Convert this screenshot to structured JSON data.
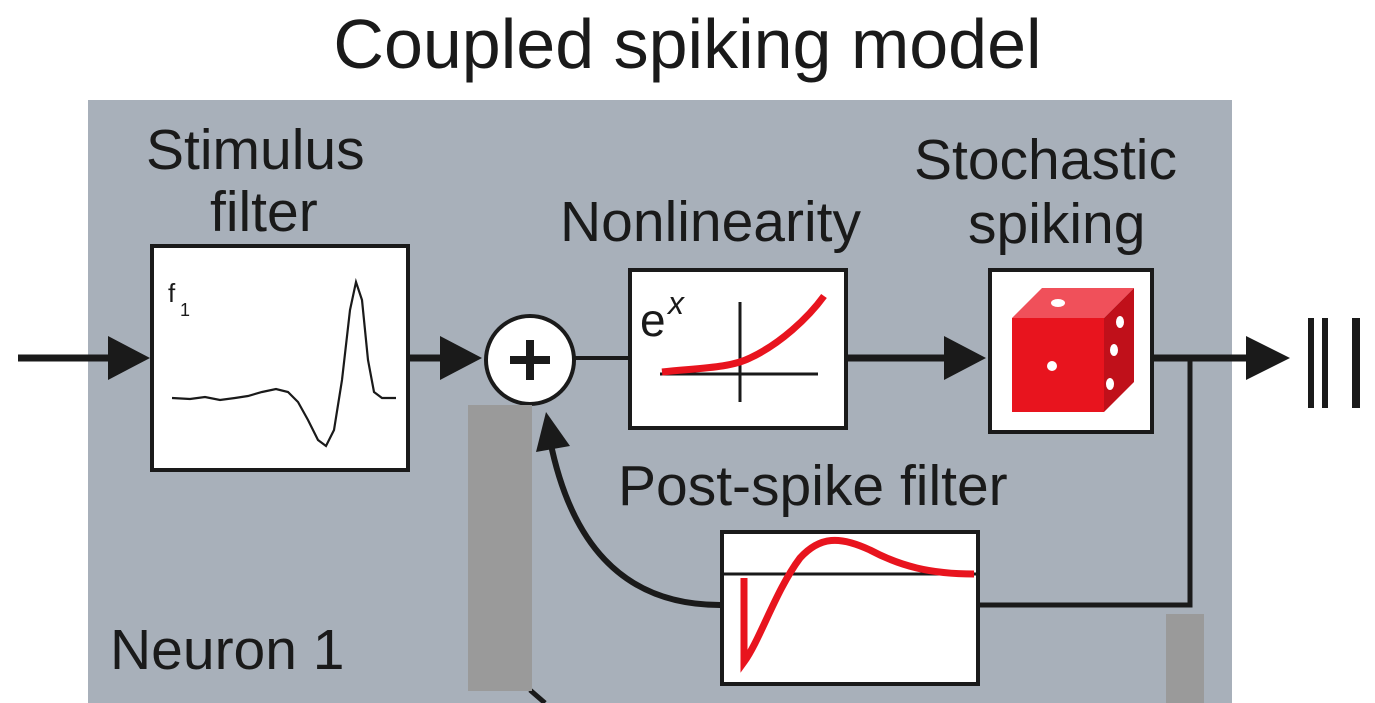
{
  "title": "Coupled spiking model",
  "labels": {
    "stimulus_filter": [
      "Stimulus",
      "filter"
    ],
    "nonlinearity": "Nonlinearity",
    "stochastic_spiking": [
      "Stochastic",
      "spiking"
    ],
    "post_spike_filter": "Post-spike filter",
    "neuron": "Neuron 1"
  },
  "box_text": {
    "filter_label": "f",
    "filter_sub": "1",
    "exp_base": "e",
    "exp_power": "x",
    "sum_symbol": "+"
  },
  "colors": {
    "panel": "#a8b0ba",
    "accent_red": "#e8141e",
    "line": "#1a1a1a",
    "redaction": "#9a9a9a"
  },
  "icons": [
    "dice-icon",
    "spike-train-icon"
  ]
}
